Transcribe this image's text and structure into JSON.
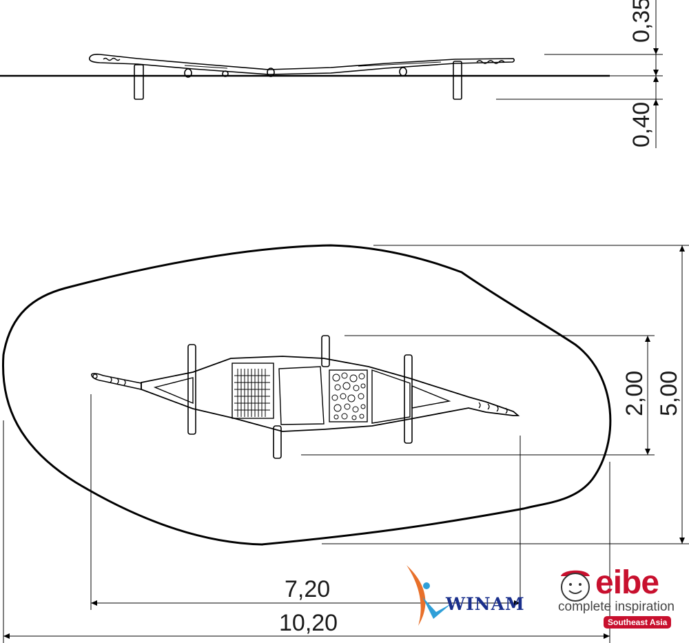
{
  "dimensions": {
    "side_height_above": "0,35",
    "side_depth_below": "0,40",
    "equipment_width": "2,00",
    "area_width": "5,00",
    "equipment_length": "7,20",
    "area_length": "10,20"
  },
  "logos": {
    "winam": "WINAM",
    "eibe_brand": "eibe",
    "eibe_tagline": "complete inspiration",
    "eibe_region": "Southeast Asia"
  }
}
